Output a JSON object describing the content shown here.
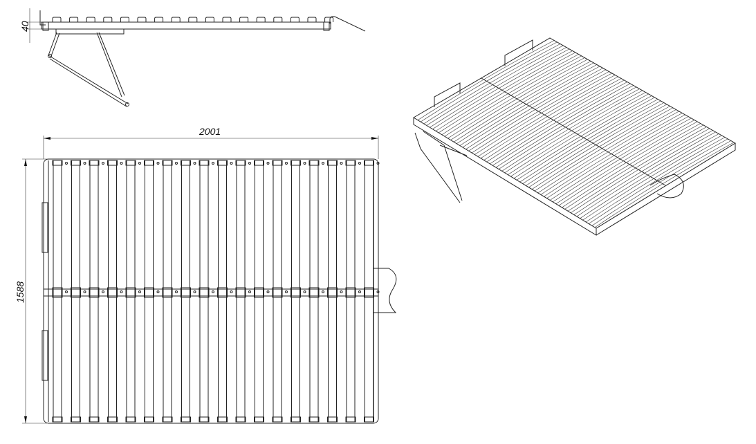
{
  "drawing": {
    "side_view": {
      "height_dimension": "40",
      "slat_count": 17
    },
    "top_view": {
      "length_dimension": "2001",
      "width_dimension": "1588",
      "slat_count": 18
    },
    "iso_view": {
      "slat_count": 30
    },
    "colors": {
      "line": "#222222",
      "background": "#ffffff"
    }
  }
}
